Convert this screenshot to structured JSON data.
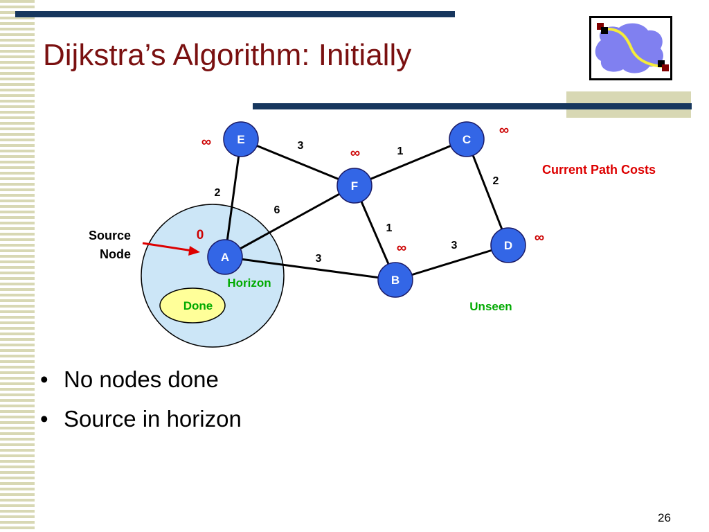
{
  "slide": {
    "title": "Dijkstra’s Algorithm: Initially",
    "page_number": "26",
    "bullets": [
      "No nodes done",
      "Source in horizon"
    ],
    "bullet_glyph": "•"
  },
  "diagram": {
    "nodes": [
      {
        "id": "E",
        "label": "E",
        "cost": "∞"
      },
      {
        "id": "C",
        "label": "C",
        "cost": "∞"
      },
      {
        "id": "F",
        "label": "F",
        "cost": "∞"
      },
      {
        "id": "D",
        "label": "D",
        "cost": "∞"
      },
      {
        "id": "A",
        "label": "A",
        "cost": "0"
      },
      {
        "id": "B",
        "label": "B",
        "cost": "∞"
      }
    ],
    "edges": [
      {
        "from": "E",
        "to": "F",
        "weight": "3"
      },
      {
        "from": "F",
        "to": "C",
        "weight": "1"
      },
      {
        "from": "E",
        "to": "A",
        "weight": "2"
      },
      {
        "from": "C",
        "to": "D",
        "weight": "2"
      },
      {
        "from": "A",
        "to": "F",
        "weight": "6"
      },
      {
        "from": "F",
        "to": "B",
        "weight": "1"
      },
      {
        "from": "B",
        "to": "D",
        "weight": "3"
      },
      {
        "from": "A",
        "to": "B",
        "weight": "3"
      }
    ],
    "labels": {
      "current_path_costs": "Current Path Costs",
      "source_line1": "Source",
      "source_line2": "Node",
      "horizon": "Horizon",
      "done": "Done",
      "unseen": "Unseen"
    },
    "colors": {
      "node_fill": "#3366e6",
      "cost": "#cc0000",
      "horizon_label": "#00aa00",
      "horizon_fill": "#cce6f7",
      "done_fill": "#ffff99",
      "title": "#7a1010"
    }
  }
}
